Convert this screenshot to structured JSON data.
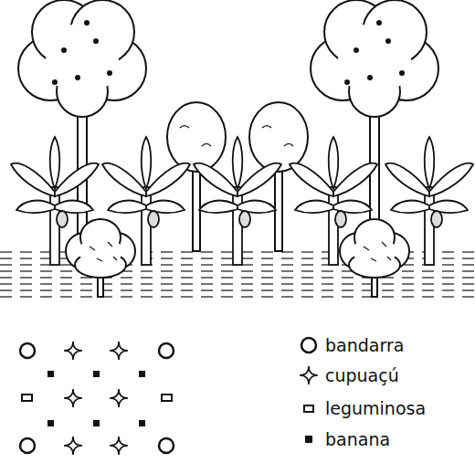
{
  "diagram": {
    "legend": [
      {
        "text": "bandarra"
      },
      {
        "text": "cupuaçú"
      },
      {
        "text": "leguminosa"
      },
      {
        "text": "banana"
      }
    ]
  }
}
